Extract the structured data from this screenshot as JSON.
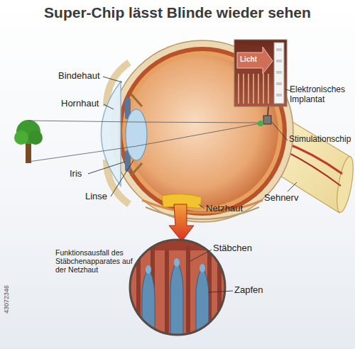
{
  "diagram": {
    "title": "Super-Chip lässt Blinde wieder sehen",
    "labels": [
      "Bindehaut",
      "Hornhaut",
      "Elektronisches Implantat",
      "Licht",
      "Stimulationschip",
      "Iris",
      "Linse",
      "Netzhaut",
      "Sehnerv",
      "Funktionsausfall des Stäbchenapparates auf der Netzhaut",
      "Stäbchen",
      "Zapfen",
      "43072346"
    ]
  }
}
